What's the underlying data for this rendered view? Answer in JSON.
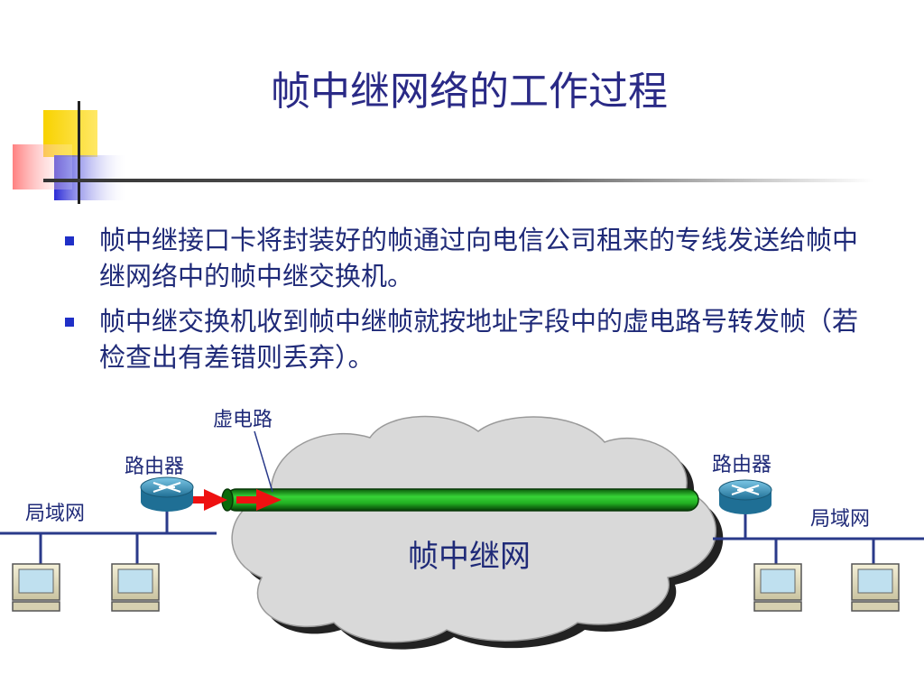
{
  "title": "帧中继网络的工作过程",
  "bullets": [
    "帧中继接口卡将封装好的帧通过向电信公司租来的专线发送给帧中继网络中的帧中继交换机。",
    "帧中继交换机收到帧中继帧就按地址字段中的虚电路号转发帧（若检查出有差错则丢弃）。"
  ],
  "diagram": {
    "virtual_circuit_label": "虚电路",
    "router_left_label": "路由器",
    "router_right_label": "路由器",
    "lan_left_label": "局域网",
    "lan_right_label": "局域网",
    "cloud_label": "帧中继网"
  },
  "colors": {
    "title": "#2a2a86",
    "text": "#1f2a78",
    "bullet": "#1f2fc7",
    "pipe": "#22c022",
    "arrow": "#ee1111",
    "router": "#2f8fb8",
    "cloud": "#d8d8d8"
  },
  "icons": [
    "router-icon",
    "computer-icon",
    "arrow-icon",
    "cloud-icon"
  ]
}
